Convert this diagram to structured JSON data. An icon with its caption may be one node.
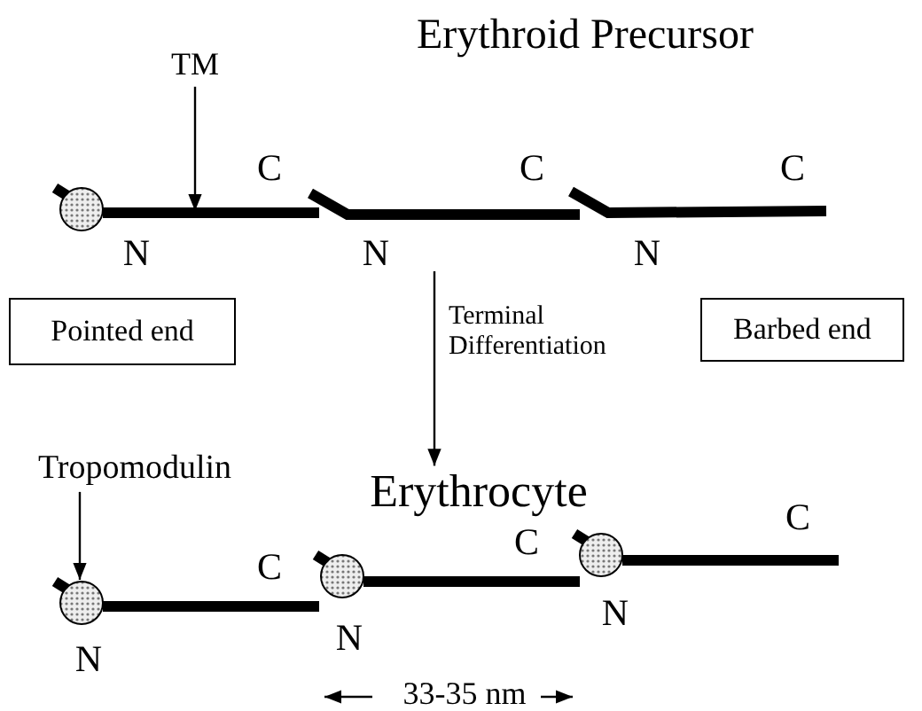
{
  "diagram": {
    "nodes": [
      {
        "text": [
          "Erythroid Precursor"
        ]
      },
      {
        "text": [
          "TM"
        ]
      },
      {
        "text": [],
        "shape": "bar"
      },
      {
        "text": [
          "Pointed end"
        ]
      },
      {
        "text": [
          "Barbed end"
        ]
      },
      {
        "text": [
          "Erythrocyte"
        ]
      },
      {
        "text": [
          "Tropomodulin"
        ]
      },
      {
        "text": [],
        "shape": "circle"
      }
    ],
    "edges": [
      {
        "from": 1,
        "to": 2,
        "arrow": "to"
      },
      {
        "from": null,
        "to": 5,
        "arrow": "to",
        "label": "Terminal Differentiation"
      },
      {
        "from": 6,
        "to": 7,
        "arrow": "to"
      }
    ],
    "labels": [
      "C",
      "C",
      "C",
      "N",
      "N",
      "N",
      "C",
      "C",
      "C",
      "N",
      "N",
      "N",
      "33-35 nm"
    ]
  }
}
